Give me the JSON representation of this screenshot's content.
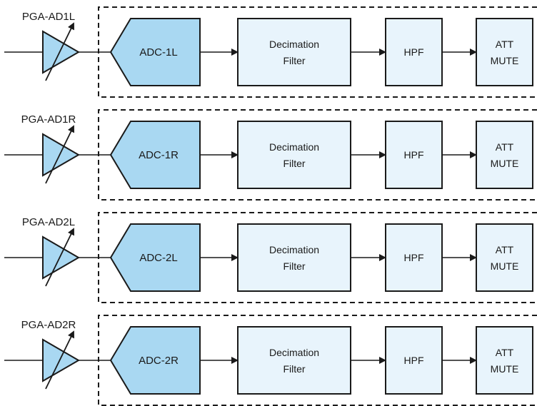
{
  "colors": {
    "adc_fill": "#a9d8f2",
    "block_fill": "#e8f4fc",
    "amp_fill": "#a9d8f2",
    "stroke": "#1a1a1a"
  },
  "channels": [
    {
      "pga_label": "PGA-AD1L",
      "adc_label": "ADC-1L",
      "decimation_line1": "Decimation",
      "decimation_line2": "Filter",
      "hpf_label": "HPF",
      "att_line1": "ATT",
      "att_line2": "MUTE"
    },
    {
      "pga_label": "PGA-AD1R",
      "adc_label": "ADC-1R",
      "decimation_line1": "Decimation",
      "decimation_line2": "Filter",
      "hpf_label": "HPF",
      "att_line1": "ATT",
      "att_line2": "MUTE"
    },
    {
      "pga_label": "PGA-AD2L",
      "adc_label": "ADC-2L",
      "decimation_line1": "Decimation",
      "decimation_line2": "Filter",
      "hpf_label": "HPF",
      "att_line1": "ATT",
      "att_line2": "MUTE"
    },
    {
      "pga_label": "PGA-AD2R",
      "adc_label": "ADC-2R",
      "decimation_line1": "Decimation",
      "decimation_line2": "Filter",
      "hpf_label": "HPF",
      "att_line1": "ATT",
      "att_line2": "MUTE"
    }
  ]
}
